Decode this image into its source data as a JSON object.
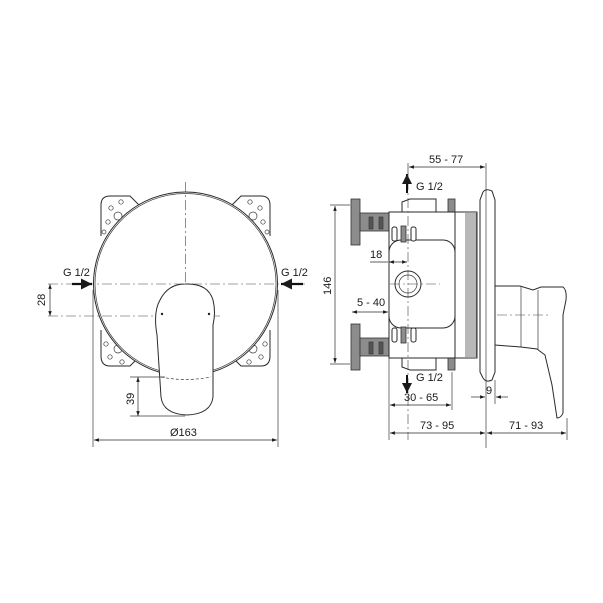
{
  "drawing": {
    "front_view": {
      "inlet_left_label": "G 1/2",
      "inlet_right_label": "G 1/2",
      "dim_vertical_offset": "28",
      "dim_handle_drop": "39",
      "dim_diameter": "Ø163"
    },
    "side_view": {
      "outlet_top_label": "G 1/2",
      "outlet_bottom_label": "G 1/2",
      "dim_top_depth": "55 - 77",
      "dim_height": "146",
      "dim_port_offset": "18",
      "dim_bracket_adjust": "5 - 40",
      "dim_body_depth": "30 - 65",
      "dim_plate_thickness": "9",
      "dim_install_depth": "73 - 95",
      "dim_handle_projection": "71 - 93"
    }
  }
}
